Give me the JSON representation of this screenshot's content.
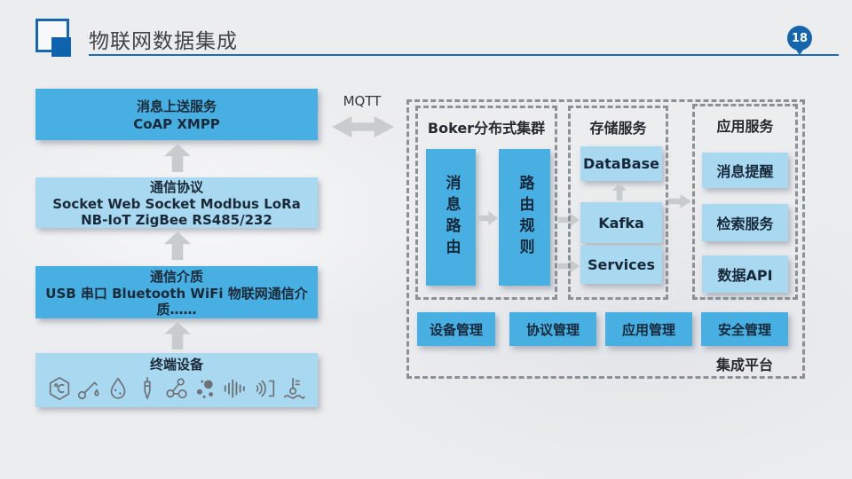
{
  "header": {
    "title": "物联网数据集成",
    "page_number": "18",
    "accent_color": "#1B6BB5"
  },
  "left_flow": {
    "boxes": [
      {
        "lines": [
          "消息上送服务",
          "CoAP XMPP"
        ]
      },
      {
        "lines": [
          "通信协议",
          "Socket Web Socket Modbus LoRa",
          "NB-IoT ZigBee RS485/232"
        ]
      },
      {
        "lines": [
          "通信介质",
          "USB 串口 Bluetooth WiFi 物联网通信介质……"
        ]
      },
      {
        "title": "终端设备",
        "icons": [
          "temperature-sensor",
          "tilt-thermometer",
          "humidity-sensor",
          "probe-sensor",
          "gas-molecule-sensor",
          "particle-sensor",
          "vibration-sensor",
          "ultrasonic-sensor",
          "water-temperature-sensor"
        ]
      }
    ]
  },
  "link": {
    "label": "MQTT"
  },
  "platform": {
    "label": "集成平台",
    "broker": {
      "title": "Boker分布式集群",
      "nodes": [
        "消息路由",
        "路由规则"
      ]
    },
    "storage": {
      "title": "存储服务",
      "nodes": [
        "DataBase",
        "Kafka",
        "Services"
      ]
    },
    "application": {
      "title": "应用服务",
      "nodes": [
        "消息提醒",
        "检索服务",
        "数据API"
      ]
    },
    "management": [
      "设备管理",
      "协议管理",
      "应用管理",
      "安全管理"
    ]
  },
  "colors": {
    "box_solid": "#47AFE2",
    "box_light": "#A9D8F1",
    "arrow": "#C9CCCE",
    "dash_border": "#8C9196",
    "pin_blue": "#1465AE"
  }
}
